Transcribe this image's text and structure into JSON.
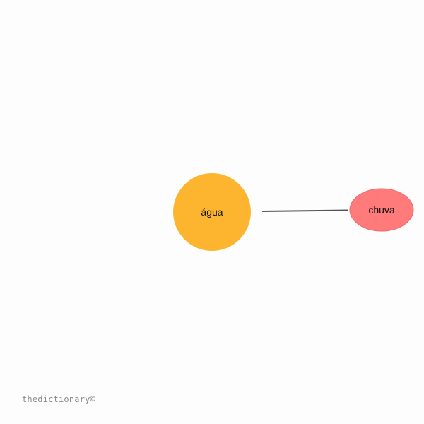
{
  "graph": {
    "nodes": [
      {
        "id": "agua",
        "label": "água",
        "color": "#FDB52F",
        "shape": "circle"
      },
      {
        "id": "chuva",
        "label": "chuva",
        "color": "#FF7B7B",
        "shape": "ellipse"
      }
    ],
    "edges": [
      {
        "from": "agua",
        "to": "chuva",
        "color": "#555555"
      }
    ]
  },
  "watermark": "thedictionary©"
}
